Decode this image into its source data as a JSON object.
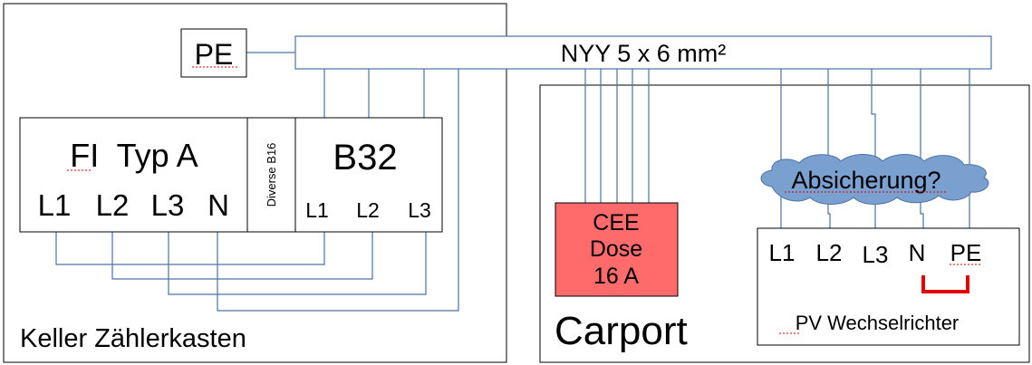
{
  "cable_label": "NYY 5 x 6 mm²",
  "keller": {
    "label": "Keller Zählerkasten",
    "pe_label": "PE",
    "fi": {
      "title": "FI  Typ A",
      "terminals": [
        "L1",
        "L2",
        "L3",
        "N"
      ]
    },
    "diverse_label": "Diverse B16",
    "b32": {
      "title": "B32",
      "terminals": [
        "L1",
        "L2",
        "L3"
      ]
    }
  },
  "carport": {
    "label": "Carport",
    "cee": {
      "lines": [
        "CEE",
        "Dose",
        "16 A"
      ],
      "color": "#ff6b6b"
    },
    "cloud_label": "Absicherung?",
    "cloud_color": "#7aa0d0",
    "pv": {
      "label": "PV Wechselrichter",
      "terminals": [
        "L1",
        "L2",
        "L3",
        "N",
        "PE"
      ],
      "bridge_color": "#e00000"
    }
  },
  "colors": {
    "wire": "#4a73a3"
  }
}
